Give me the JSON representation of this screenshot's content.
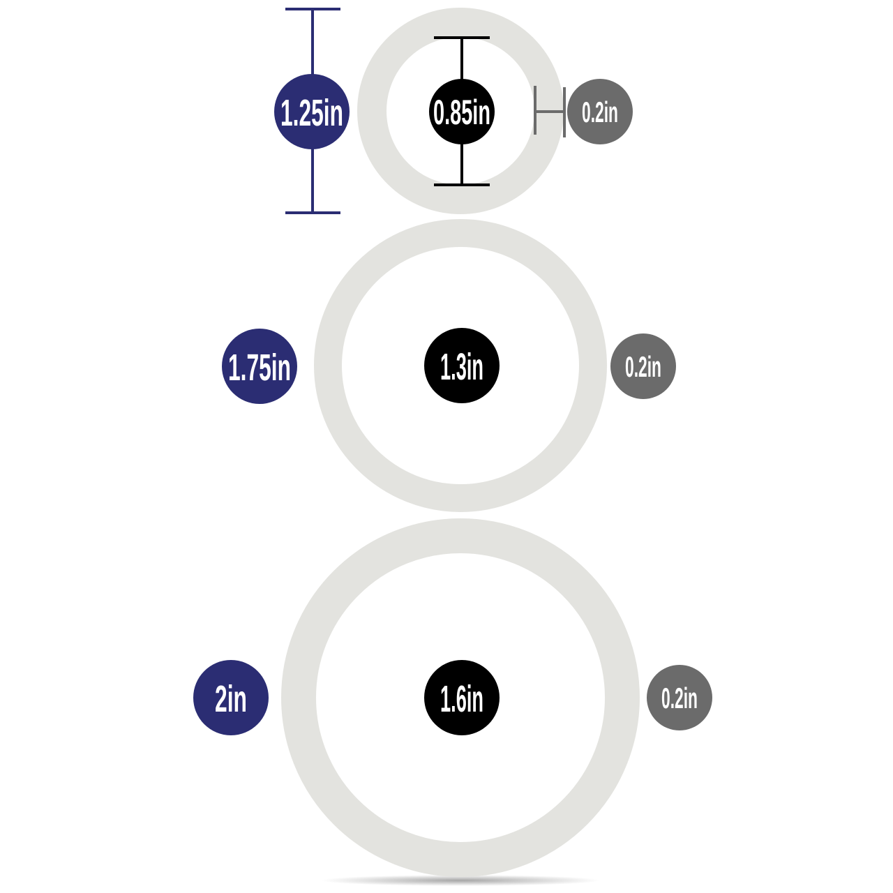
{
  "colors": {
    "outer_diameter": "#2b2d73",
    "inner_diameter": "#000000",
    "thickness": "#6b6b6b",
    "ring": "#e3e3df"
  },
  "rings": [
    {
      "size": "small",
      "outer_diameter": "1.25in",
      "inner_diameter": "0.85in",
      "thickness": "0.2in"
    },
    {
      "size": "medium",
      "outer_diameter": "1.75in",
      "inner_diameter": "1.3in",
      "thickness": "0.2in"
    },
    {
      "size": "large",
      "outer_diameter": "2in",
      "inner_diameter": "1.6in",
      "thickness": "0.2in"
    }
  ]
}
